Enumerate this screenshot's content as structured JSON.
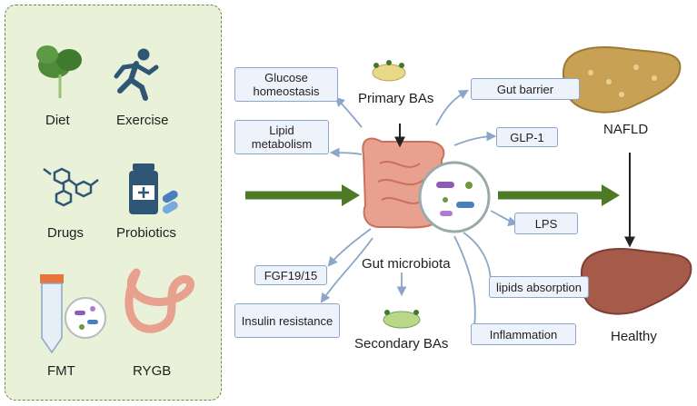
{
  "panel": {
    "items": [
      "Diet",
      "Exercise",
      "Drugs",
      "Probiotics",
      "FMT",
      "RYGB"
    ]
  },
  "center": {
    "primary": "Primary  BAs",
    "microbiota": "Gut microbiota",
    "secondary": "Secondary BAs"
  },
  "boxes": {
    "glucose": "Glucose homeostasis",
    "lipid_metabolism": "Lipid metabolism",
    "gut_barrier": "Gut barrier",
    "glp1": "GLP-1",
    "lps": "LPS",
    "fgf": "FGF19/15",
    "insulin": "Insulin resistance",
    "lipids_absorption": "lipids absorption",
    "inflammation": "Inflammation"
  },
  "states": {
    "nafld": "NAFLD",
    "healthy": "Healthy"
  },
  "colors": {
    "panel_bg": "#e9f2d9",
    "panel_border": "#6b8a4e",
    "box_bg": "#eef3fb",
    "box_border": "#8aa6c8",
    "arrow_blue": "#8aa6c8",
    "arrow_green": "#4f7a25",
    "intestine": "#e8a08f",
    "liver_nafld": "#c9a155",
    "liver_healthy": "#a65a4a"
  }
}
